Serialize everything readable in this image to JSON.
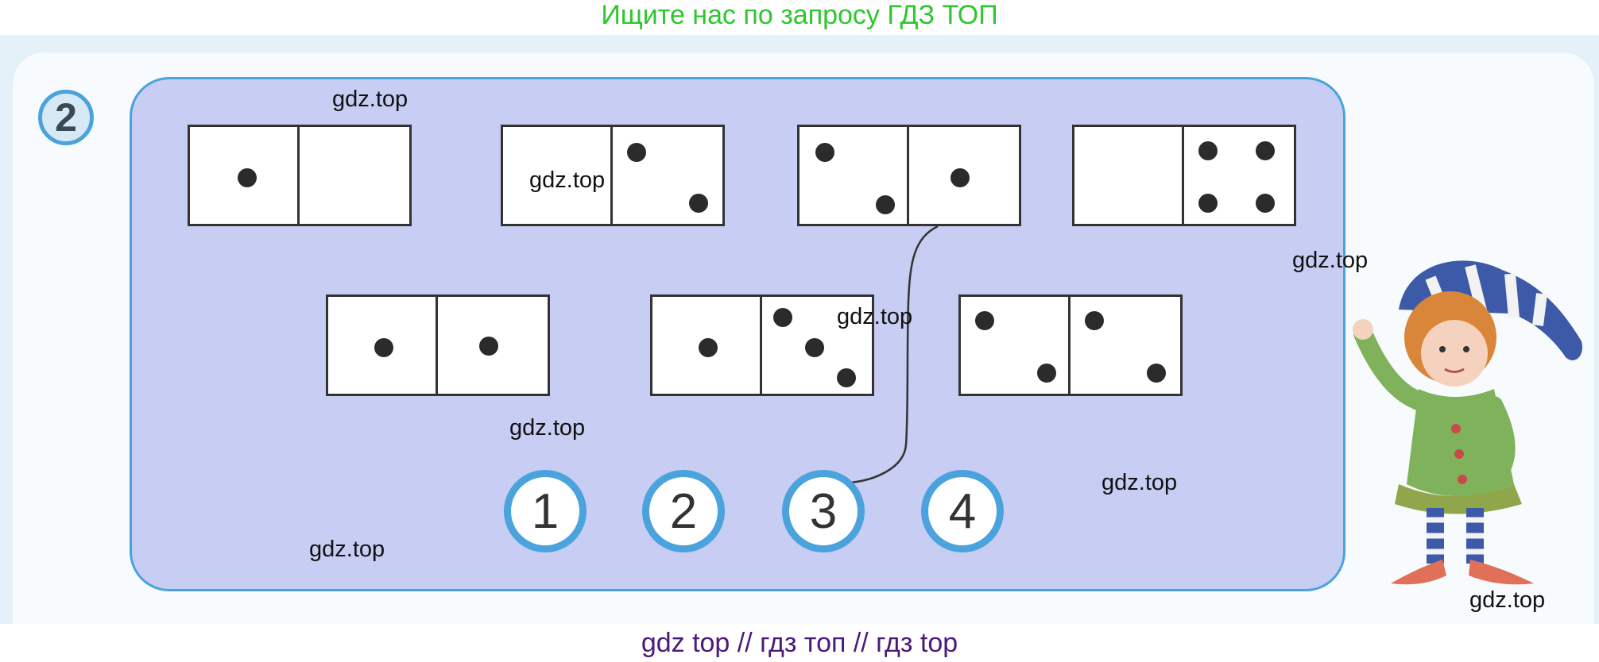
{
  "top_banner": "Ищите нас по запросу ГДЗ ТОП",
  "task_number": "2",
  "watermark": "gdz.top",
  "bottom_bar": "gdz top  //  гдз топ  //  гдз top",
  "answers": [
    "1",
    "2",
    "3",
    "4"
  ],
  "dominoes": [
    {
      "left_pips": 1,
      "right_pips": 0
    },
    {
      "left_pips": 0,
      "right_pips": 2
    },
    {
      "left_pips": 2,
      "right_pips": 1
    },
    {
      "left_pips": 0,
      "right_pips": 4
    },
    {
      "left_pips": 1,
      "right_pips": 1
    },
    {
      "left_pips": 1,
      "right_pips": 3
    },
    {
      "left_pips": 2,
      "right_pips": 2
    }
  ],
  "colors": {
    "banner_text": "#2fc62f",
    "panel": "#c7cdf3",
    "accent_blue": "#4aa3dc",
    "bottom_text": "#4b1a7a"
  }
}
